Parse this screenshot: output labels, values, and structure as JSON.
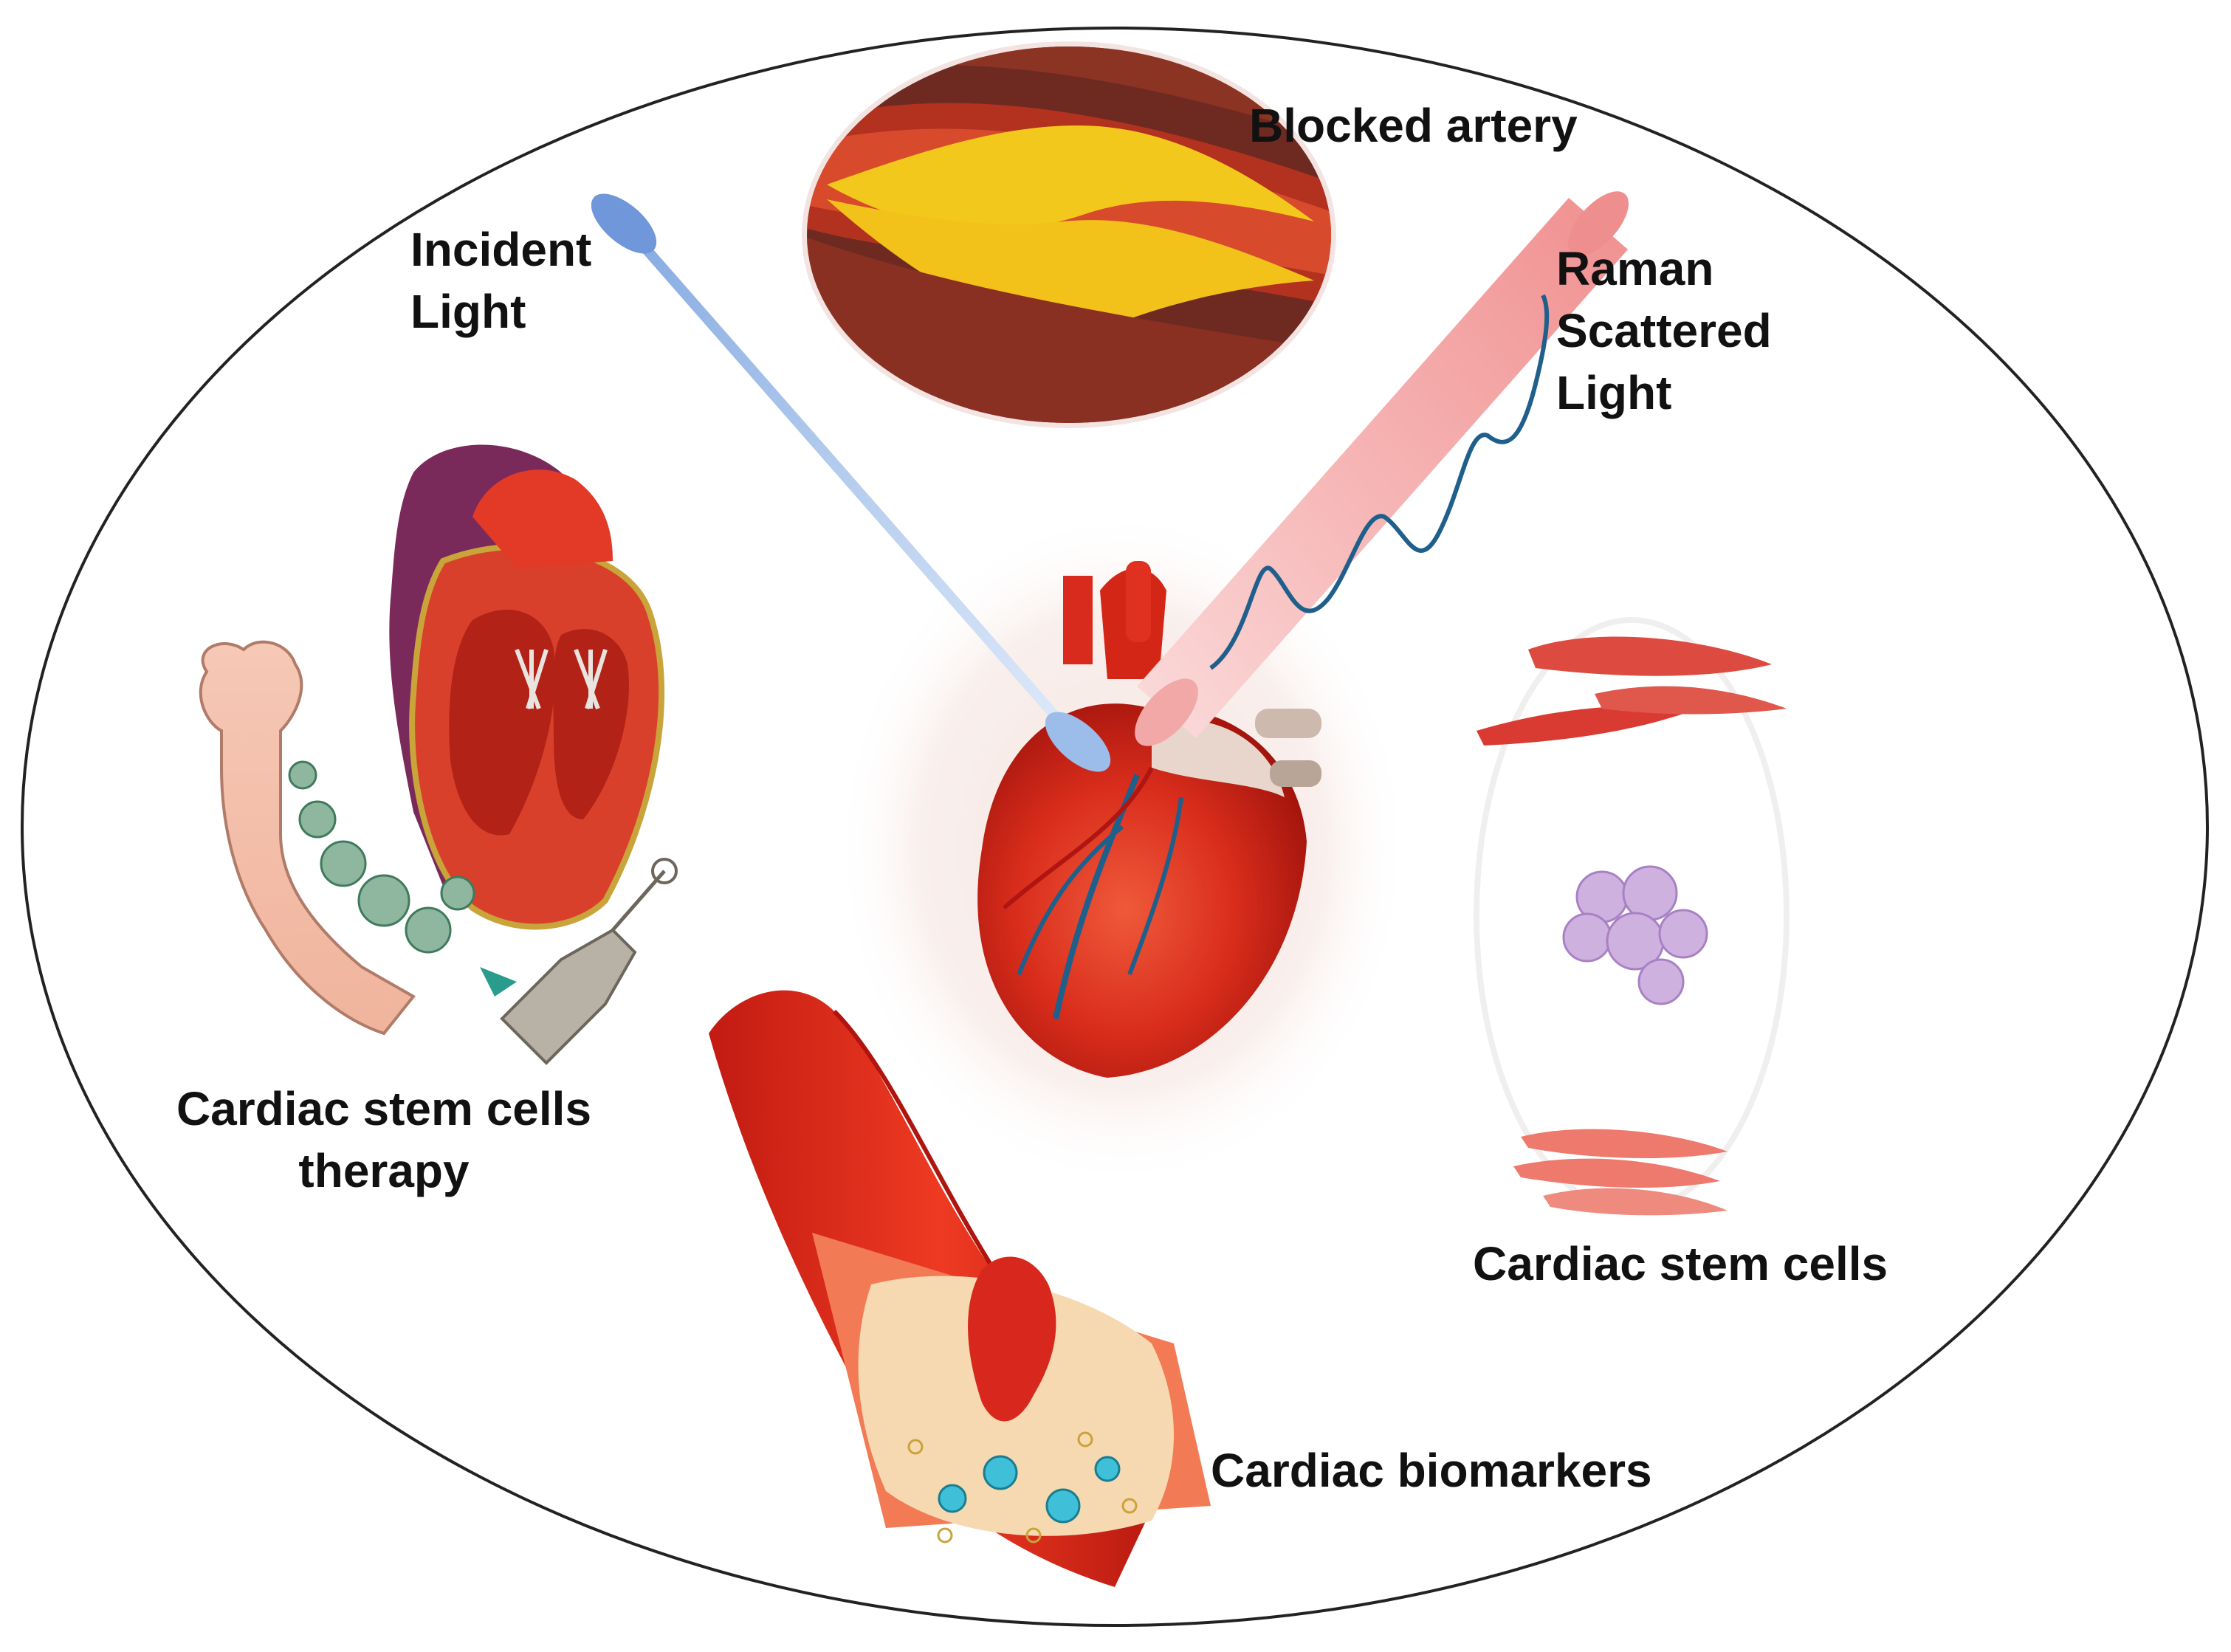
{
  "labels": {
    "blocked_artery": "Blocked artery",
    "incident_light": [
      "Incident",
      "Light"
    ],
    "raman_scattered_light": [
      "Raman",
      "Scattered",
      "Light"
    ],
    "cardiac_stem_cells_therapy": [
      "Cardiac stem cells",
      "therapy"
    ],
    "cardiac_stem_cells": "Cardiac stem cells",
    "cardiac_biomarkers": "Cardiac biomarkers"
  },
  "icons": {
    "outer": "ellipse-outline",
    "artery": "blocked-artery-illustration",
    "heart_center": "heart-illustration",
    "incident_beam": "blue-cylinder-beam",
    "raman_beam": "pink-cylinder-beam",
    "raman_wave": "raman-spectrum-wave",
    "heart_section": "heart-cross-section-illustration",
    "bone": "bone-marrow-illustration",
    "syringe": "syringe-icon",
    "stem_cells": "stem-cell-illustrations",
    "vessel": "blood-vessel-illustration"
  },
  "colors": {
    "outline": "#222222",
    "incident_beam": "#9fbfe8",
    "raman_beam": "#f4a7a7",
    "raman_wave": "#1f5f8b",
    "blood_red": "#d62a1e",
    "plaque_yellow": "#f2c21a",
    "cell_purple": "#c9a8dc"
  }
}
